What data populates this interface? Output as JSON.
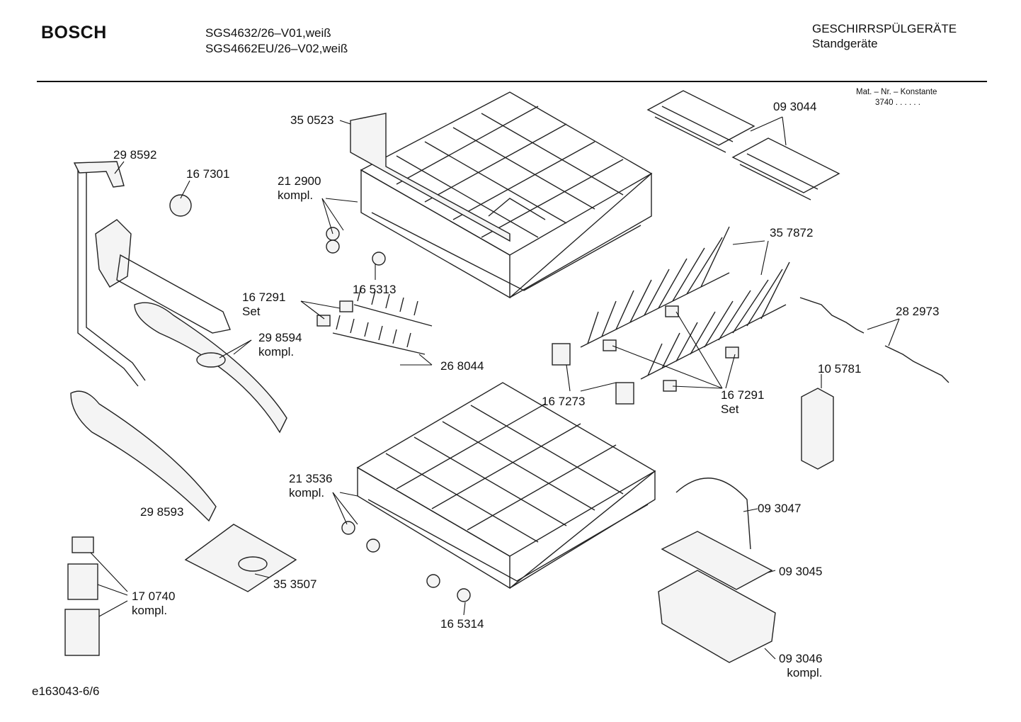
{
  "header": {
    "brand": "BOSCH",
    "model_lines": [
      "SGS4632/26–V01,weiß",
      "SGS4662EU/26–V02,weiß"
    ],
    "category": "GESCHIRRSPÜLGERÄTE",
    "subcategory": "Standgeräte",
    "constant_label": "Mat. – Nr. – Konstante",
    "constant_value": "3740 . .   . . . ."
  },
  "parts": [
    {
      "id": "p350523",
      "number": "35 0523",
      "note": ""
    },
    {
      "id": "p093044",
      "number": "09 3044",
      "note": ""
    },
    {
      "id": "p298592",
      "number": "29 8592",
      "note": ""
    },
    {
      "id": "p167301",
      "number": "16 7301",
      "note": ""
    },
    {
      "id": "p212900",
      "number": "21 2900",
      "note": "kompl."
    },
    {
      "id": "p357872",
      "number": "35 7872",
      "note": ""
    },
    {
      "id": "p165313",
      "number": "16 5313",
      "note": ""
    },
    {
      "id": "p167291a",
      "number": "16 7291",
      "note": "Set"
    },
    {
      "id": "p282973",
      "number": "28 2973",
      "note": ""
    },
    {
      "id": "p298594",
      "number": "29 8594",
      "note": "kompl."
    },
    {
      "id": "p268044",
      "number": "26 8044",
      "note": ""
    },
    {
      "id": "p105781",
      "number": "10 5781",
      "note": ""
    },
    {
      "id": "p167273",
      "number": "16 7273",
      "note": ""
    },
    {
      "id": "p167291b",
      "number": "16 7291",
      "note": "Set"
    },
    {
      "id": "p213536",
      "number": "21 3536",
      "note": "kompl."
    },
    {
      "id": "p298593",
      "number": "29 8593",
      "note": ""
    },
    {
      "id": "p093047",
      "number": "09 3047",
      "note": ""
    },
    {
      "id": "p093045",
      "number": "09 3045",
      "note": ""
    },
    {
      "id": "p353507",
      "number": "35 3507",
      "note": ""
    },
    {
      "id": "p170740",
      "number": "17 0740",
      "note": "kompl."
    },
    {
      "id": "p165314",
      "number": "16 5314",
      "note": ""
    },
    {
      "id": "p093046",
      "number": "09 3046",
      "note": "kompl."
    }
  ],
  "footer": {
    "drawing_id": "e163043-6/6"
  }
}
